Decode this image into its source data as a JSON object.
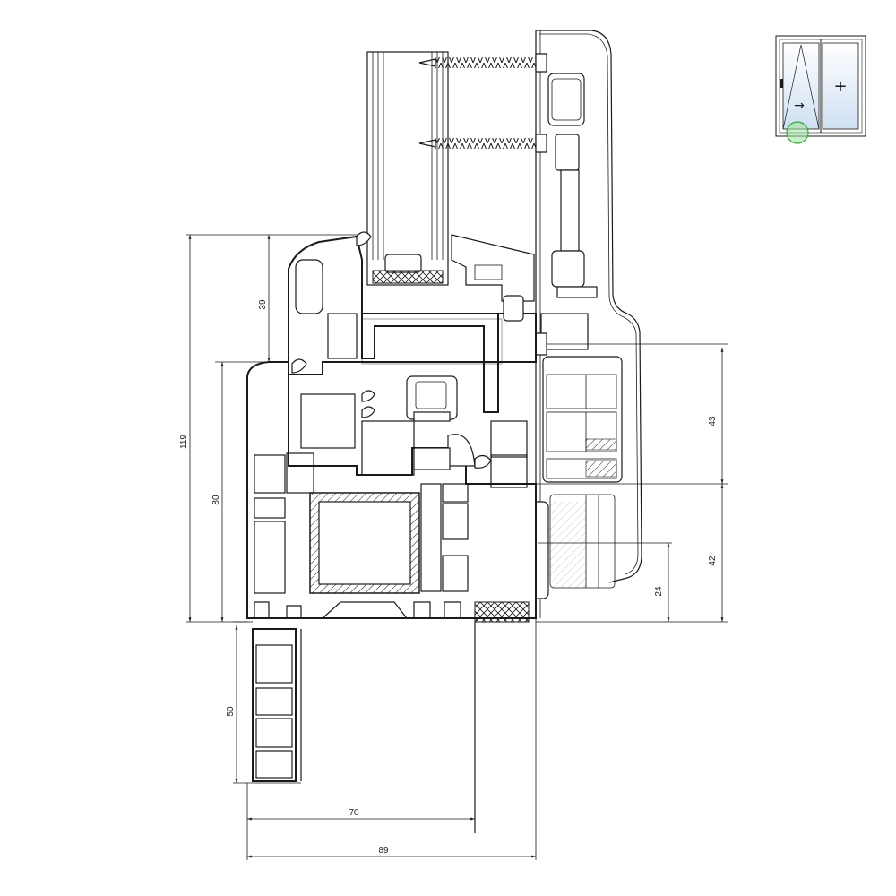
{
  "drawing": {
    "dimensions": {
      "height_total": "119",
      "height_frame": "80",
      "height_glass_bead": "39",
      "height_roller_upper": "43",
      "height_roller_lower": "42",
      "height_roller_small": "24",
      "height_sill_extension": "50",
      "width_frame": "70",
      "width_total": "89"
    }
  },
  "thumbnail": {
    "plus_symbol": "+",
    "opening_arrow": "→"
  },
  "colors": {
    "line": "#1a1a1a",
    "glass_tint": "#cfe0f2",
    "marker": "#9be39b",
    "marker_stroke": "#3aa43a"
  }
}
